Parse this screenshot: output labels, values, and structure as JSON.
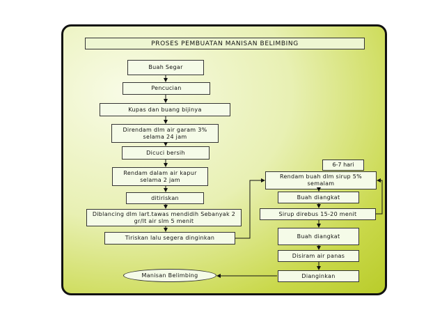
{
  "title": "PROSES PEMBUATAN MANISAN BELIMBING",
  "left_steps": [
    "Buah Segar",
    "Pencucian",
    "Kupas dan buang bijinya",
    "Direndam dlm air garam 3% selama 24 jam",
    "Dicuci bersih",
    "Rendam dalam air kapur selama 2 jam",
    "ditiriskan",
    "Diblancing dlm lart.tawas mendidih Sebanyak 2 gr/lt air slm 5 menit",
    "Tiriskan lalu segera dinginkan"
  ],
  "right_steps": [
    "Rendam buah dlm sirup 5% semalam",
    "Buah diangkat",
    "Sirup direbus 15-20 menit",
    "Buah diangkat",
    "Disiram air panas",
    "Dianginkan"
  ],
  "loop_label": "6-7 hari",
  "final": "Manisan Belimbing"
}
